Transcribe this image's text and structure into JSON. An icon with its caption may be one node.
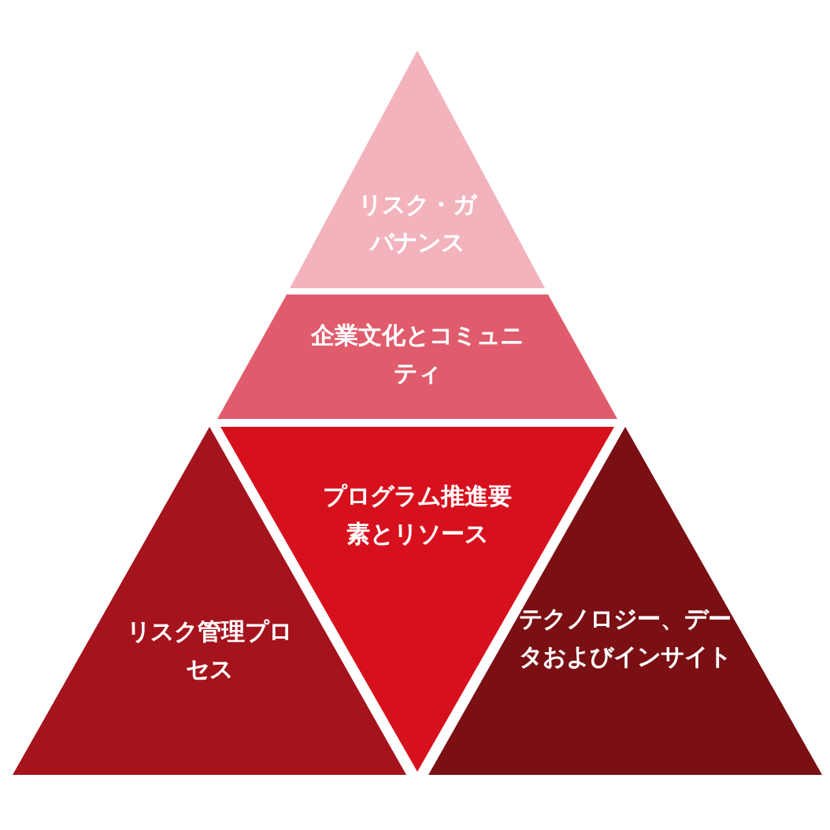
{
  "diagram": {
    "nodes": [
      {
        "text": [
          "リスク・ガバナンス"
        ]
      },
      {
        "text": [
          "企業文化とコミュニティ"
        ]
      },
      {
        "text": [
          "プログラム推進要素とリソース"
        ]
      },
      {
        "text": [
          "リスク管理プロセス"
        ]
      },
      {
        "text": [
          "テクノロジー、データおよびインサイト"
        ]
      }
    ],
    "edges": []
  }
}
